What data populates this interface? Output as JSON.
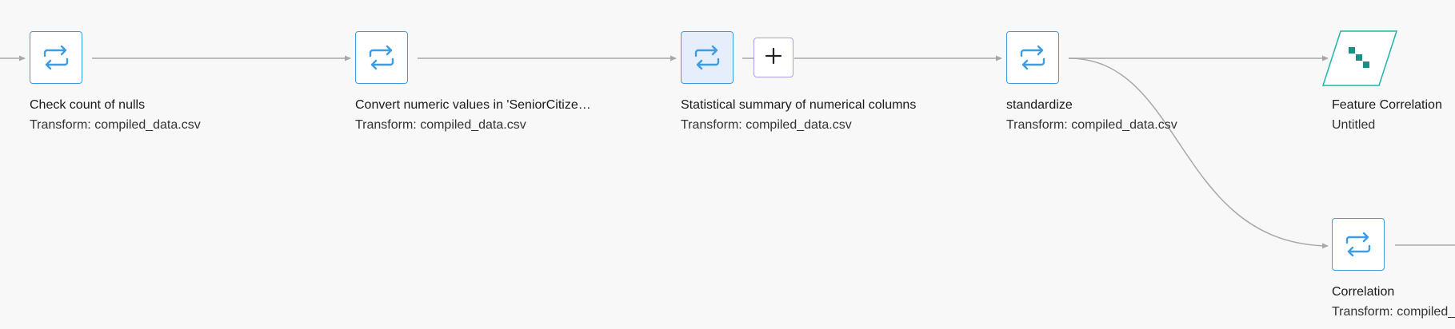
{
  "theme": {
    "canvas_bg": "#f8f8f8",
    "node_border": "#3d9de4",
    "selected_fill": "#e6eefc",
    "plus_border": "#a99ee8",
    "viz_color": "#1fb5a8",
    "edge_color": "#a8a8a8"
  },
  "nodes": [
    {
      "icon": "transform-icon",
      "title": "Check count of nulls",
      "subtitle": "Transform: compiled_data.csv"
    },
    {
      "icon": "transform-icon",
      "title": "Convert numeric values in 'SeniorCitize…",
      "subtitle": "Transform: compiled_data.csv"
    },
    {
      "icon": "transform-icon",
      "title": "Statistical summary of numerical columns",
      "subtitle": "Transform: compiled_data.csv",
      "selected": true
    },
    {
      "icon": "transform-icon",
      "title": "standardize",
      "subtitle": "Transform: compiled_data.csv"
    },
    {
      "icon": "scatter-plot-icon",
      "title": "Feature Correlation",
      "subtitle": "Untitled"
    },
    {
      "icon": "transform-icon",
      "title": "Correlation",
      "subtitle": "Transform: compiled_data.csv"
    }
  ],
  "add_button": {
    "icon": "plus-icon",
    "label": "+"
  }
}
